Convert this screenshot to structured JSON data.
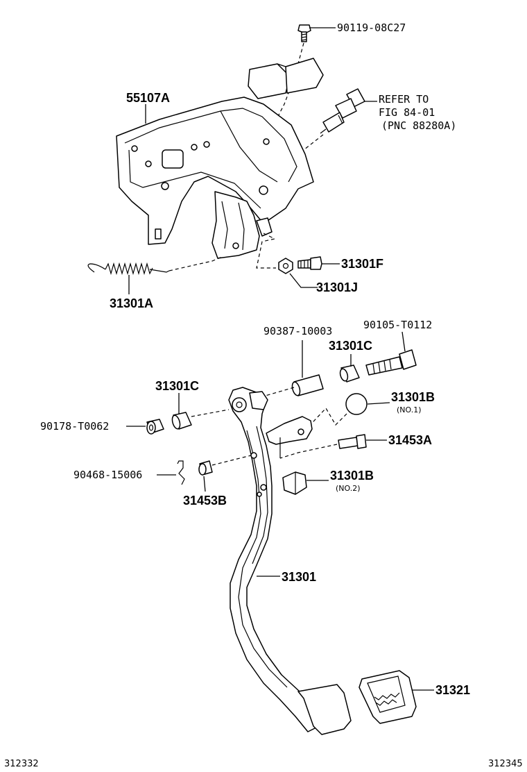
{
  "labels": {
    "p90119": "90119-08C27",
    "refer1": "REFER TO",
    "refer2": "FIG 84-01",
    "refer3": "(PNC 88280A)",
    "p55107A": "55107A",
    "p31301F": "31301F",
    "p31301J": "31301J",
    "p31301A": "31301A",
    "p90387": "90387-10003",
    "p90105": "90105-T0112",
    "p31301C_top": "31301C",
    "p31301C_left": "31301C",
    "p31301B_no1": "31301B",
    "no1": "(NO.1)",
    "p90178": "90178-T0062",
    "p31453A": "31453A",
    "p90468": "90468-15006",
    "p31301B_no2": "31301B",
    "no2": "(NO.2)",
    "p31453B": "31453B",
    "p31301": "31301",
    "p31321": "31321"
  },
  "footer": {
    "left_code": "312332",
    "right_code": "312345"
  }
}
